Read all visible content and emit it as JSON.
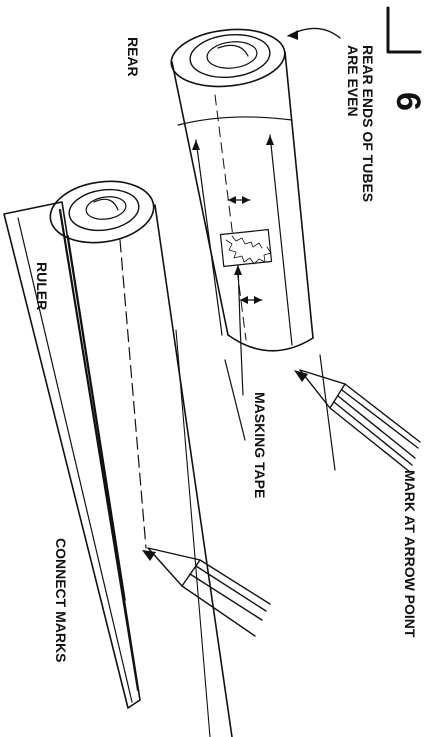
{
  "step_number": "6",
  "labels": {
    "rear_ends": [
      "REAR ENDS OF TUBES",
      "ARE EVEN"
    ],
    "rear": "REAR",
    "ruler": "RULER",
    "masking_tape": "MASKING TAPE",
    "mark_at_arrow_point": "MARK AT ARROW POINT",
    "connect_marks": "CONNECT MARKS"
  },
  "colors": {
    "ink": "#111111",
    "paper": "#ffffff"
  }
}
